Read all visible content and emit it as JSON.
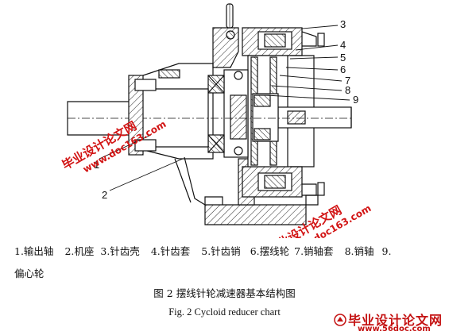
{
  "callouts": [
    "1",
    "2",
    "3",
    "4",
    "5",
    "6",
    "7",
    "8",
    "9"
  ],
  "parts_line_1": [
    "1.输出轴",
    "2.机座",
    "3.针齿壳",
    "4.针齿套",
    "5.针齿销",
    "6.摆线轮",
    "7.销轴套",
    "8.销轴",
    "9."
  ],
  "parts_line_2": "偏心轮",
  "caption_cn": "图 2    摆线针轮减速器基本结构图",
  "caption_en": "Fig. 2     Cycloid reducer chart",
  "watermarks": {
    "diag_title": "毕业设计论文网",
    "diag_url": "www.doc163.com",
    "corner_title": "毕业设计论文网",
    "corner_url": "www.56doc.com"
  },
  "colors": {
    "watermark": "#d21414",
    "drawing": "#111111"
  }
}
